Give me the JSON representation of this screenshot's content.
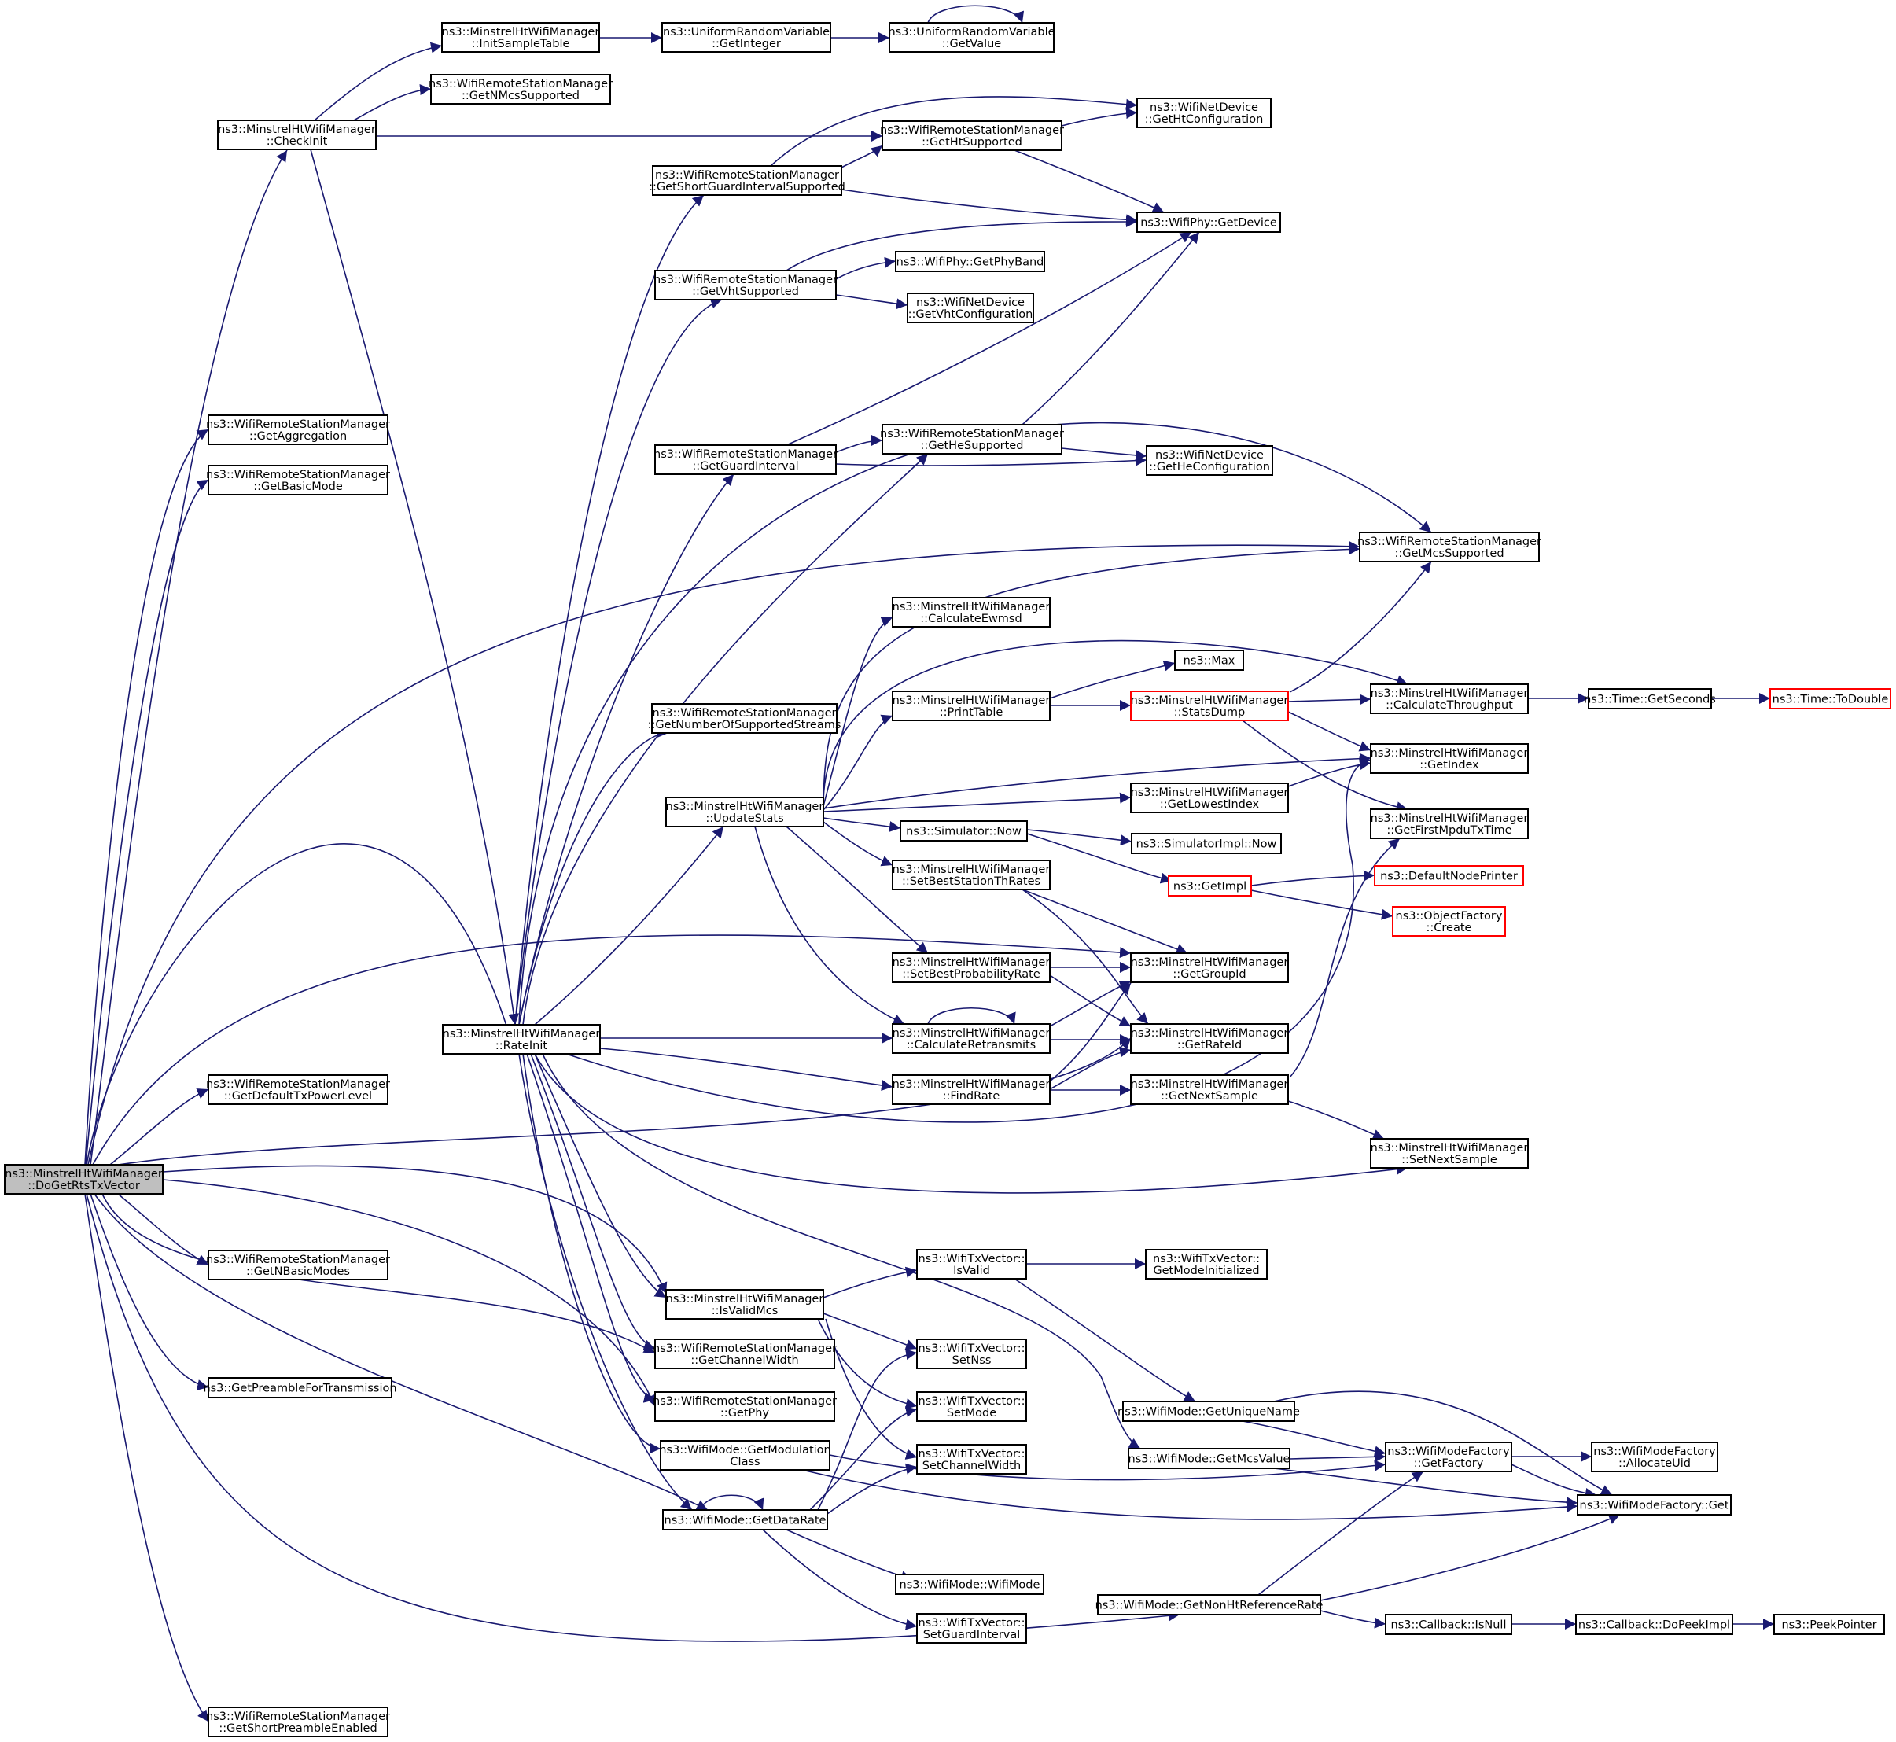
{
  "graph": {
    "edge_color": "#191970",
    "root_fill": "#bfbfbf",
    "truncated_node_border": "#ff0000",
    "nodes": [
      {
        "id": "root",
        "lines": [
          "ns3::MinstrelHtWifiManager",
          "::DoGetRtsTxVector"
        ],
        "style": "root"
      },
      {
        "id": "checkinit",
        "lines": [
          "ns3::MinstrelHtWifiManager",
          "::CheckInit"
        ]
      },
      {
        "id": "initsample",
        "lines": [
          "ns3::MinstrelHtWifiManager",
          "::InitSampleTable"
        ]
      },
      {
        "id": "getnmcs",
        "lines": [
          "ns3::WifiRemoteStationManager",
          "::GetNMcsSupported"
        ]
      },
      {
        "id": "getinteger",
        "lines": [
          "ns3::UniformRandomVariable",
          "::GetInteger"
        ]
      },
      {
        "id": "getvalue",
        "lines": [
          "ns3::UniformRandomVariable",
          "::GetValue"
        ]
      },
      {
        "id": "gethtsupported",
        "lines": [
          "ns3::WifiRemoteStationManager",
          "::GetHtSupported"
        ]
      },
      {
        "id": "gethtconf",
        "lines": [
          "ns3::WifiNetDevice",
          "::GetHtConfiguration"
        ]
      },
      {
        "id": "getsgi",
        "lines": [
          "ns3::WifiRemoteStationManager",
          "::GetShortGuardIntervalSupported"
        ]
      },
      {
        "id": "getdevice",
        "lines": [
          "ns3::WifiPhy::GetDevice"
        ]
      },
      {
        "id": "getvht",
        "lines": [
          "ns3::WifiRemoteStationManager",
          "::GetVhtSupported"
        ]
      },
      {
        "id": "getphyband",
        "lines": [
          "ns3::WifiPhy::GetPhyBand"
        ]
      },
      {
        "id": "getvhtconf",
        "lines": [
          "ns3::WifiNetDevice",
          "::GetVhtConfiguration"
        ]
      },
      {
        "id": "getaggregation",
        "lines": [
          "ns3::WifiRemoteStationManager",
          "::GetAggregation"
        ]
      },
      {
        "id": "getbasicmode",
        "lines": [
          "ns3::WifiRemoteStationManager",
          "::GetBasicMode"
        ]
      },
      {
        "id": "getguard",
        "lines": [
          "ns3::WifiRemoteStationManager",
          "::GetGuardInterval"
        ]
      },
      {
        "id": "gethesupported",
        "lines": [
          "ns3::WifiRemoteStationManager",
          "::GetHeSupported"
        ]
      },
      {
        "id": "getheconf",
        "lines": [
          "ns3::WifiNetDevice",
          "::GetHeConfiguration"
        ]
      },
      {
        "id": "getmcssupported",
        "lines": [
          "ns3::WifiRemoteStationManager",
          "::GetMcsSupported"
        ]
      },
      {
        "id": "calcewmsd",
        "lines": [
          "ns3::MinstrelHtWifiManager",
          "::CalculateEwmsd"
        ]
      },
      {
        "id": "getnumstreams",
        "lines": [
          "ns3::WifiRemoteStationManager",
          "::GetNumberOfSupportedStreams"
        ]
      },
      {
        "id": "max",
        "lines": [
          "ns3::Max"
        ]
      },
      {
        "id": "printtable",
        "lines": [
          "ns3::MinstrelHtWifiManager",
          "::PrintTable"
        ]
      },
      {
        "id": "statsdump",
        "lines": [
          "ns3::MinstrelHtWifiManager",
          "::StatsDump"
        ],
        "style": "red"
      },
      {
        "id": "calcthroughput",
        "lines": [
          "ns3::MinstrelHtWifiManager",
          "::CalculateThroughput"
        ]
      },
      {
        "id": "getseconds",
        "lines": [
          "ns3::Time::GetSeconds"
        ]
      },
      {
        "id": "todouble",
        "lines": [
          "ns3::Time::ToDouble"
        ],
        "style": "red"
      },
      {
        "id": "getindex",
        "lines": [
          "ns3::MinstrelHtWifiManager",
          "::GetIndex"
        ]
      },
      {
        "id": "updatestats",
        "lines": [
          "ns3::MinstrelHtWifiManager",
          "::UpdateStats"
        ]
      },
      {
        "id": "getlowestindex",
        "lines": [
          "ns3::MinstrelHtWifiManager",
          "::GetLowestIndex"
        ]
      },
      {
        "id": "getfirstmpdu",
        "lines": [
          "ns3::MinstrelHtWifiManager",
          "::GetFirstMpduTxTime"
        ]
      },
      {
        "id": "simnow",
        "lines": [
          "ns3::Simulator::Now"
        ]
      },
      {
        "id": "simimplnow",
        "lines": [
          "ns3::SimulatorImpl::Now"
        ]
      },
      {
        "id": "getimpl",
        "lines": [
          "ns3::GetImpl"
        ],
        "style": "red"
      },
      {
        "id": "defaultnodeprinter",
        "lines": [
          "ns3::DefaultNodePrinter"
        ],
        "style": "red"
      },
      {
        "id": "objectfactory",
        "lines": [
          "ns3::ObjectFactory",
          "::Create"
        ],
        "style": "red"
      },
      {
        "id": "setbeststation",
        "lines": [
          "ns3::MinstrelHtWifiManager",
          "::SetBestStationThRates"
        ]
      },
      {
        "id": "setbestprob",
        "lines": [
          "ns3::MinstrelHtWifiManager",
          "::SetBestProbabilityRate"
        ]
      },
      {
        "id": "getgroupid",
        "lines": [
          "ns3::MinstrelHtWifiManager",
          "::GetGroupId"
        ]
      },
      {
        "id": "rateinit",
        "lines": [
          "ns3::MinstrelHtWifiManager",
          "::RateInit"
        ]
      },
      {
        "id": "calcretransmits",
        "lines": [
          "ns3::MinstrelHtWifiManager",
          "::CalculateRetransmits"
        ]
      },
      {
        "id": "getrateid",
        "lines": [
          "ns3::MinstrelHtWifiManager",
          "::GetRateId"
        ]
      },
      {
        "id": "findrate",
        "lines": [
          "ns3::MinstrelHtWifiManager",
          "::FindRate"
        ]
      },
      {
        "id": "getnextsample",
        "lines": [
          "ns3::MinstrelHtWifiManager",
          "::GetNextSample"
        ]
      },
      {
        "id": "setnextsample",
        "lines": [
          "ns3::MinstrelHtWifiManager",
          "::SetNextSample"
        ]
      },
      {
        "id": "getdefaulttxpower",
        "lines": [
          "ns3::WifiRemoteStationManager",
          "::GetDefaultTxPowerLevel"
        ]
      },
      {
        "id": "getnbasicmodes",
        "lines": [
          "ns3::WifiRemoteStationManager",
          "::GetNBasicModes"
        ]
      },
      {
        "id": "isvalid",
        "lines": [
          "ns3::WifiTxVector::",
          "IsValid"
        ]
      },
      {
        "id": "getmodeinit",
        "lines": [
          "ns3::WifiTxVector::",
          "GetModeInitialized"
        ]
      },
      {
        "id": "isvalidmcs",
        "lines": [
          "ns3::MinstrelHtWifiManager",
          "::IsValidMcs"
        ]
      },
      {
        "id": "getchannelwidth",
        "lines": [
          "ns3::WifiRemoteStationManager",
          "::GetChannelWidth"
        ]
      },
      {
        "id": "setnss",
        "lines": [
          "ns3::WifiTxVector::",
          "SetNss"
        ]
      },
      {
        "id": "getpreamble",
        "lines": [
          "ns3::GetPreambleForTransmission"
        ]
      },
      {
        "id": "getphy",
        "lines": [
          "ns3::WifiRemoteStationManager",
          "::GetPhy"
        ]
      },
      {
        "id": "setmode",
        "lines": [
          "ns3::WifiTxVector::",
          "SetMode"
        ]
      },
      {
        "id": "getuniquename",
        "lines": [
          "ns3::WifiMode::GetUniqueName"
        ]
      },
      {
        "id": "getmodclass",
        "lines": [
          "ns3::WifiMode::GetModulation",
          "Class"
        ]
      },
      {
        "id": "setchannelwidth",
        "lines": [
          "ns3::WifiTxVector::",
          "SetChannelWidth"
        ]
      },
      {
        "id": "getmcsvalue",
        "lines": [
          "ns3::WifiMode::GetMcsValue"
        ]
      },
      {
        "id": "getfactory",
        "lines": [
          "ns3::WifiModeFactory",
          "::GetFactory"
        ]
      },
      {
        "id": "allocateuid",
        "lines": [
          "ns3::WifiModeFactory",
          "::AllocateUid"
        ]
      },
      {
        "id": "getdatarate",
        "lines": [
          "ns3::WifiMode::GetDataRate"
        ]
      },
      {
        "id": "wmfget",
        "lines": [
          "ns3::WifiModeFactory::Get"
        ]
      },
      {
        "id": "wifimode",
        "lines": [
          "ns3::WifiMode::WifiMode"
        ]
      },
      {
        "id": "getnonht",
        "lines": [
          "ns3::WifiMode::GetNonHtReferenceRate"
        ]
      },
      {
        "id": "isnull",
        "lines": [
          "ns3::Callback::IsNull"
        ]
      },
      {
        "id": "dopeekimpl",
        "lines": [
          "ns3::Callback::DoPeekImpl"
        ]
      },
      {
        "id": "peekpointer",
        "lines": [
          "ns3::PeekPointer"
        ]
      },
      {
        "id": "setguardinterval",
        "lines": [
          "ns3::WifiTxVector::",
          "SetGuardInterval"
        ]
      },
      {
        "id": "getshortpreamble",
        "lines": [
          "ns3::WifiRemoteStationManager",
          "::GetShortPreambleEnabled"
        ]
      }
    ]
  }
}
